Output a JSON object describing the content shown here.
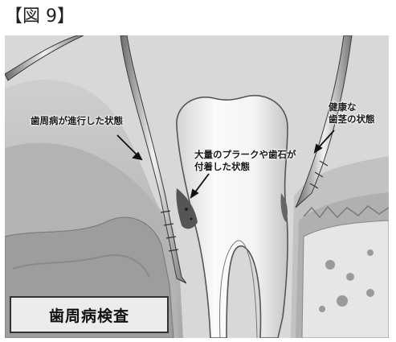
{
  "figure": {
    "title": "【図 9】"
  },
  "labels": {
    "advanced_periodontal": "歯周病が進行した状態",
    "plaque_tartar_line1": "大量のプラークや歯石が",
    "plaque_tartar_line2": "付着した状態",
    "healthy_line1": "健康な",
    "healthy_line2": "歯茎の状態"
  },
  "caption": "歯周病検査"
}
